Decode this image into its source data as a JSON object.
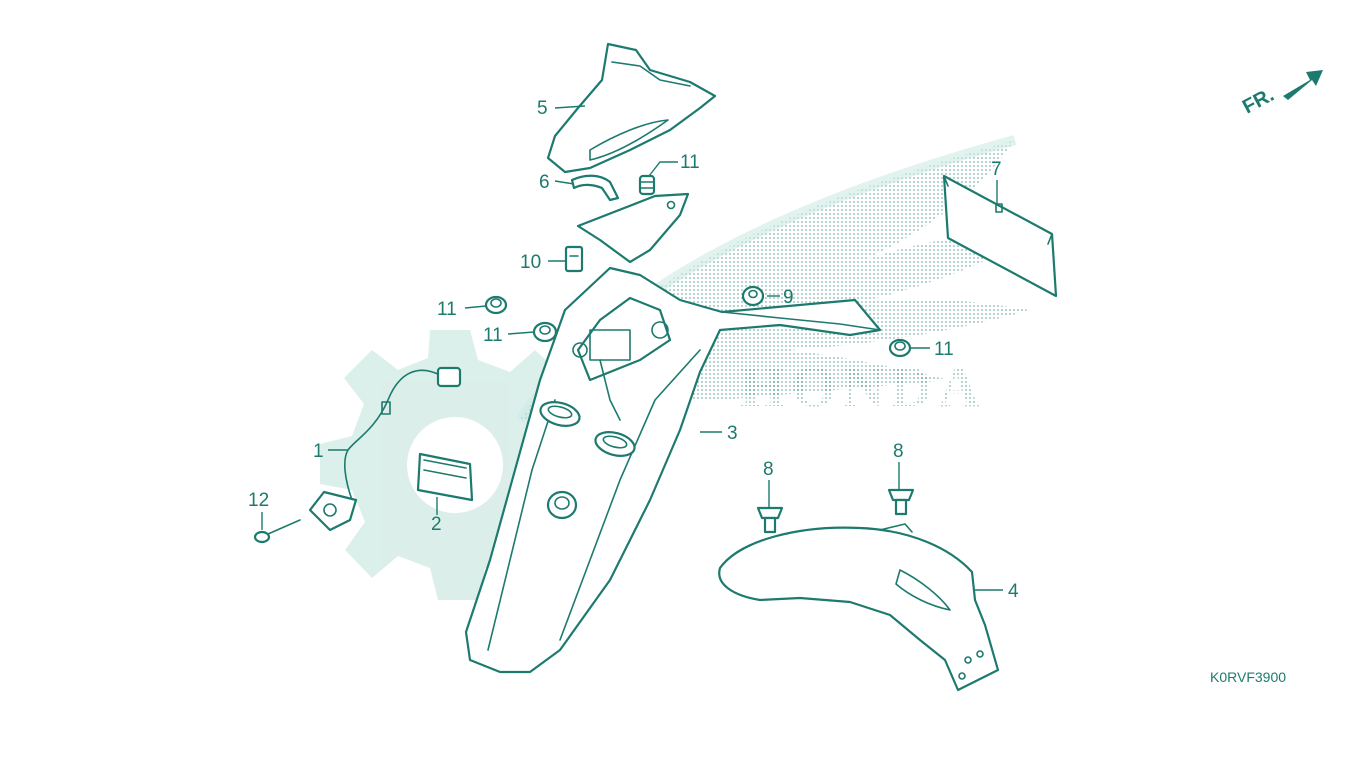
{
  "diagram": {
    "watermark": {
      "brand": "HONDA",
      "colors": {
        "wing": "#1d7a6e",
        "gear": "#cfe9e4"
      }
    },
    "direction_arrow": {
      "label": "FR.",
      "icon": "arrow-up-right-icon"
    },
    "drawing_code": "K0RVF3900",
    "line_color": "#1d7a6e",
    "callouts": {
      "c1": "1",
      "c2": "2",
      "c3": "3",
      "c4": "4",
      "c5": "5",
      "c6": "6",
      "c7": "7",
      "c8a": "8",
      "c8b": "8",
      "c9": "9",
      "c10": "10",
      "c11a": "11",
      "c11b": "11",
      "c11c": "11",
      "c11d": "11",
      "c12": "12"
    }
  }
}
